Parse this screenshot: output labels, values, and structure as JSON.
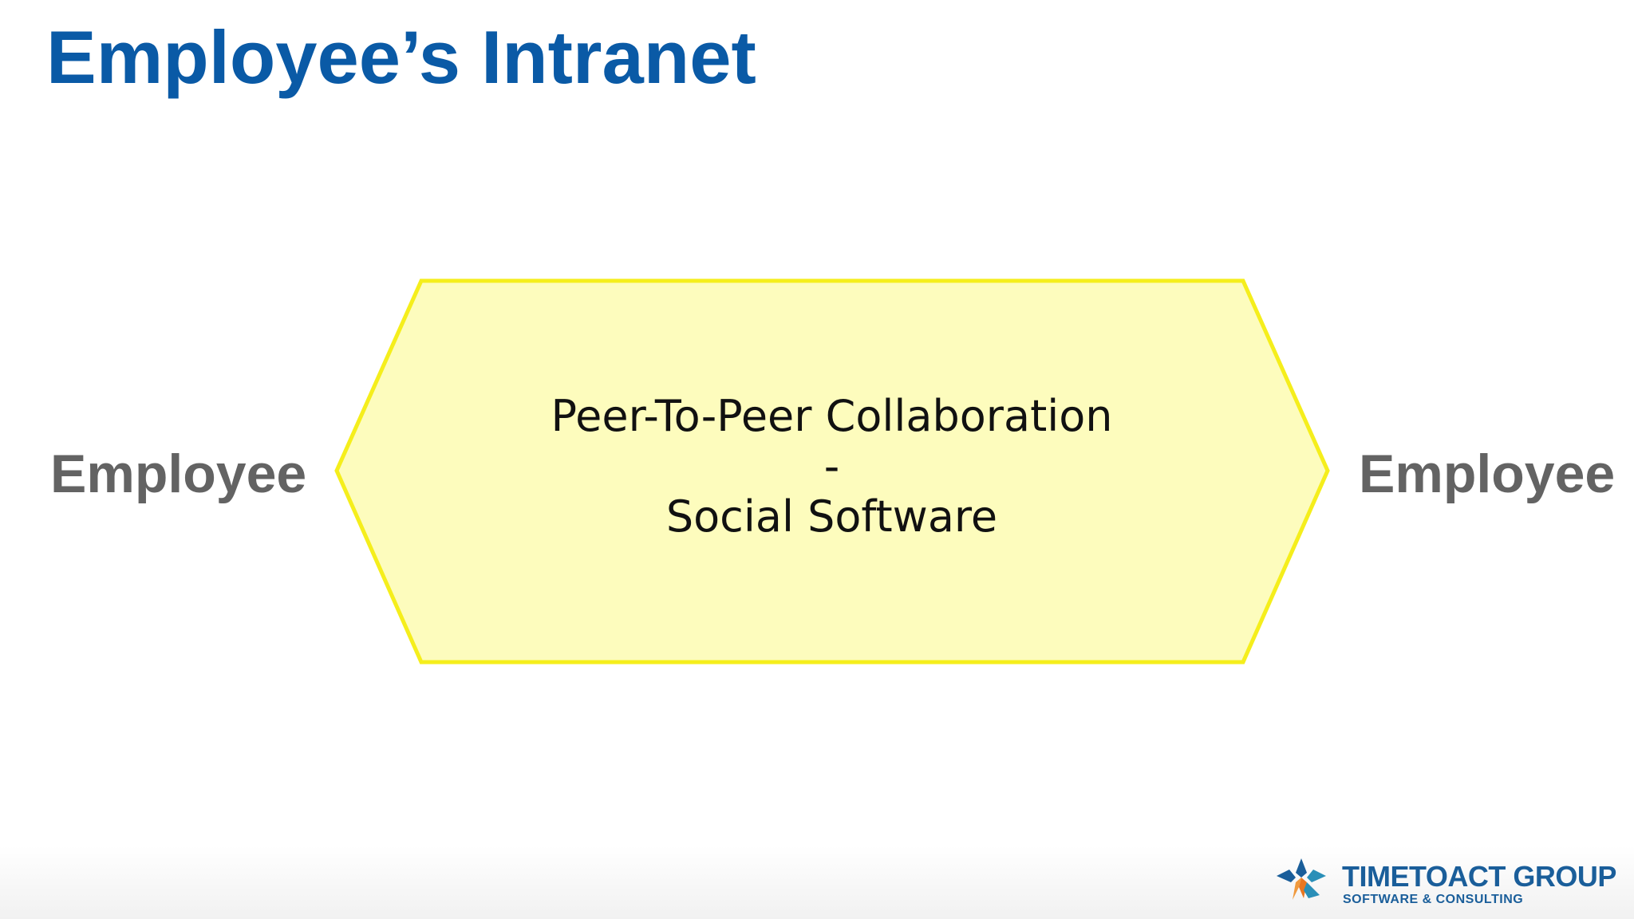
{
  "slide": {
    "title": "Employee’s Intranet"
  },
  "diagram": {
    "left_label": "Employee",
    "right_label": "Employee",
    "hexagon": {
      "line1": "Peer-To-Peer Collaboration",
      "line2": "-",
      "line3": "Social Software",
      "fill_color": "#fdfcbd",
      "stroke_color": "#f5ee1c"
    }
  },
  "logo": {
    "name": "TIMETOACT GROUP",
    "tagline": "SOFTWARE & CONSULTING",
    "brand_color": "#1a5e9a",
    "accent_color": "#e87722"
  }
}
